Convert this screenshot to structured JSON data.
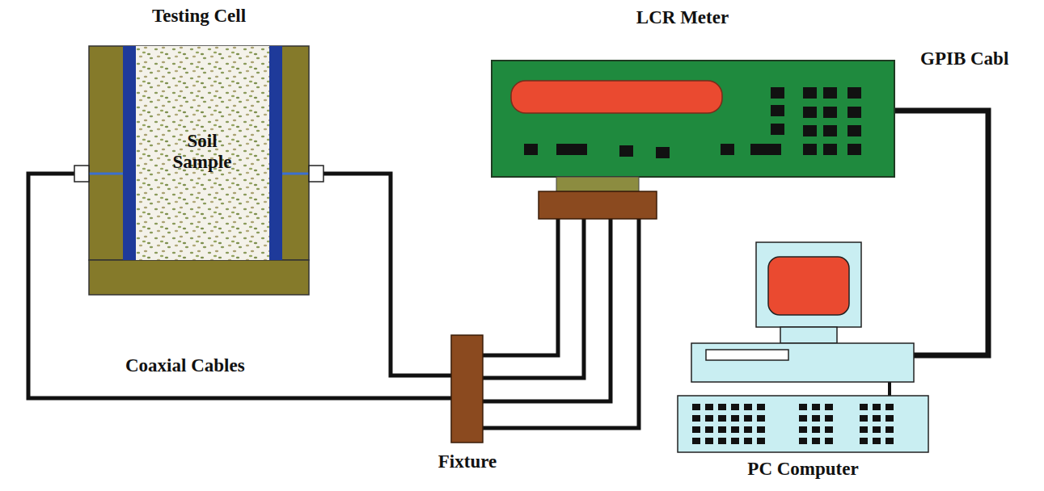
{
  "diagram": {
    "nodes": [
      {
        "text": [
          "Testing Cell"
        ]
      },
      {
        "text": [
          "Soil Sample"
        ],
        "in": 0
      },
      {
        "text": [
          "LCR Meter"
        ]
      },
      {
        "text": [
          "Fixture"
        ]
      },
      {
        "text": [
          "PC Computer"
        ]
      }
    ],
    "edges": [
      {
        "from": 0,
        "to": 3,
        "arrow": "none"
      },
      {
        "from": 0,
        "to": 3,
        "arrow": "none"
      },
      {
        "from": 3,
        "to": 2,
        "arrow": "none"
      },
      {
        "from": 3,
        "to": 2,
        "arrow": "none"
      },
      {
        "from": 3,
        "to": 2,
        "arrow": "none"
      },
      {
        "from": 3,
        "to": 2,
        "arrow": "none"
      },
      {
        "from": 2,
        "to": 4,
        "arrow": "none"
      }
    ],
    "labels": [
      "Coaxial Cables",
      "GPIB Cabl"
    ]
  }
}
